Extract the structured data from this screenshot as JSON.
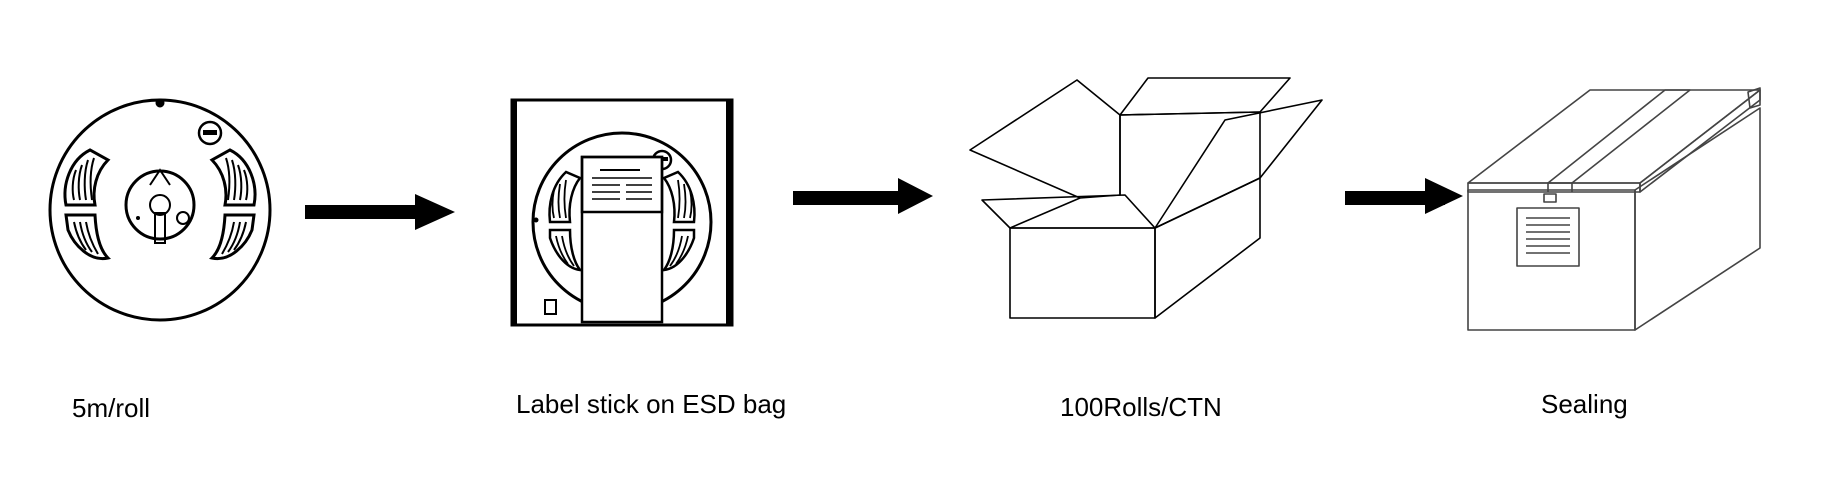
{
  "steps": [
    {
      "label": "5m/roll",
      "icon": "reel-icon"
    },
    {
      "label": "Label stick on ESD bag",
      "icon": "esd-bag-icon"
    },
    {
      "label": "100Rolls/CTN",
      "icon": "open-carton-icon"
    },
    {
      "label": "Sealing",
      "icon": "sealed-carton-icon"
    }
  ],
  "connectors": [
    "arrow-right-icon",
    "arrow-right-icon",
    "arrow-right-icon"
  ],
  "colors": {
    "stroke": "#000000",
    "background": "#ffffff",
    "box_stroke": "#555555"
  }
}
